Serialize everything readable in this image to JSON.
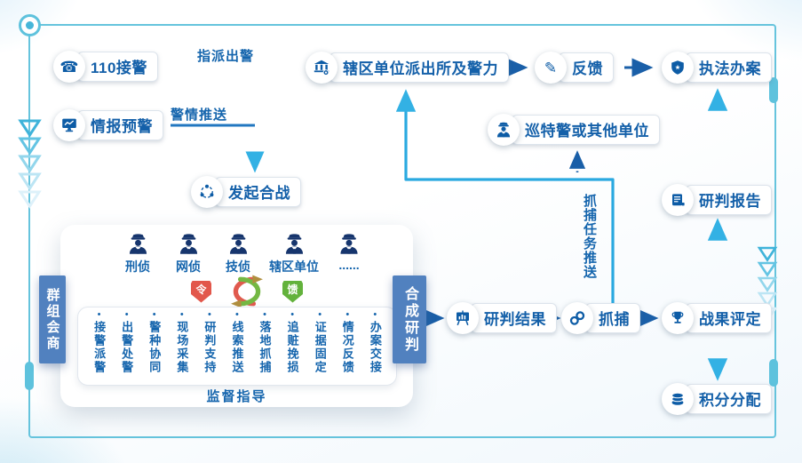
{
  "nodes": {
    "call110": {
      "label": "110接警",
      "icon": "phone-icon"
    },
    "intel": {
      "label": "情报预警",
      "icon": "monitor-chart-icon"
    },
    "units": {
      "label": "辖区单位派出所及警力",
      "icon": "bank-building-icon"
    },
    "feedback": {
      "label": "反馈",
      "icon": "pencil-icon"
    },
    "enforcement": {
      "label": "执法办案",
      "icon": "police-badge-icon"
    },
    "patrol": {
      "label": "巡特警或其他单位",
      "icon": "police-officer-icon"
    },
    "initiate": {
      "label": "发起合战",
      "icon": "share-sync-icon"
    },
    "result": {
      "label": "研判结果",
      "icon": "presentation-chart-icon"
    },
    "capture": {
      "label": "抓捕",
      "icon": "handcuffs-icon"
    },
    "evaluation": {
      "label": "战果评定",
      "icon": "trophy-icon"
    },
    "report": {
      "label": "研判报告",
      "icon": "report-icon"
    },
    "points": {
      "label": "积分分配",
      "icon": "coins-icon"
    }
  },
  "edge_labels": {
    "dispatch": "指派出警",
    "alert_push": "警情推送",
    "capture_task": "抓捕任务推送"
  },
  "tabs": {
    "left": "群组会商",
    "right": "合成研判"
  },
  "panel": {
    "officers": [
      "刑侦",
      "网侦",
      "技侦",
      "辖区单位",
      "......"
    ],
    "order_badge": "令",
    "feedback_badge": "馈",
    "steps": [
      "接警派警",
      "出警处警",
      "警种协同",
      "现场采集",
      "研判支持",
      "线索推送",
      "落地抓捕",
      "追赃挽损",
      "证据固定",
      "情况反馈",
      "办案交接"
    ],
    "supervision": "监督指导"
  },
  "colors": {
    "text_primary": "#1565ad",
    "icon_blue": "#0d5ca6",
    "line_dark": "#1a5fa8",
    "line_light": "#29aae1",
    "frame": "#66c4dd",
    "tab_bg": "#5181bf",
    "badge_red": "#e2574b",
    "badge_green": "#63b23c",
    "officer_navy": "#16356d"
  }
}
